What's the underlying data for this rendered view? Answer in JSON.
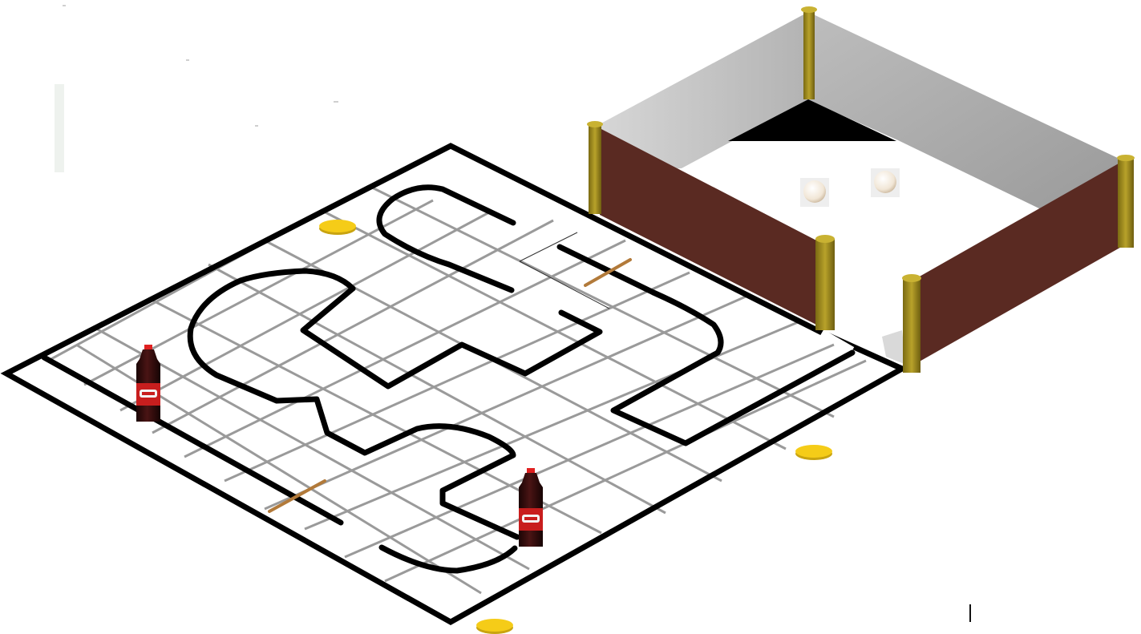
{
  "scene": {
    "type": "robotics-arena",
    "board": {
      "line_color": "#000000",
      "grid_color": "#9a9a9a",
      "surface_color": "#ffffff"
    },
    "enclosure": {
      "wall_outer_color": "#5a2a22",
      "wall_inner_color": "#c9c9c9",
      "post_color": "#a08a1c",
      "floor_color": "#ffffff",
      "shadow_color": "#000000",
      "balls": 2,
      "ball_color": "#f3ece2"
    },
    "objects": {
      "bottles": {
        "count": 2,
        "icon": "cola-bottle-icon",
        "body_color": "#2b0a0a",
        "label_color": "#c81e1e",
        "cap_color": "#e02020"
      },
      "pucks": {
        "count": 3,
        "icon": "yellow-puck-icon",
        "color": "#f5cc18"
      },
      "sticks": {
        "count": 2,
        "icon": "wooden-stick-icon",
        "color": "#b27a3a"
      }
    }
  }
}
